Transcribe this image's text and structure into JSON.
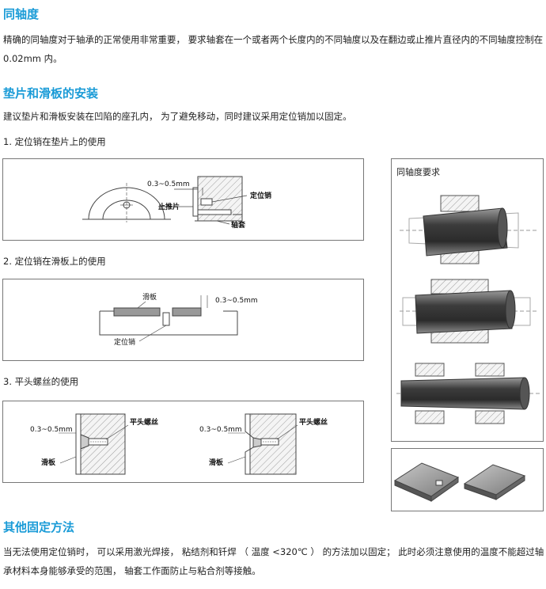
{
  "sections": {
    "coaxiality": {
      "title": "同轴度",
      "text": "精确的同轴度对于轴承的正常使用非常重要， 要求轴套在一个或者两个长度内的不同轴度以及在翻边或止推片直径内的不同轴度控制在 0.02mm 内。"
    },
    "installation": {
      "title": "垫片和滑板的安装",
      "text": "建议垫片和滑板安装在凹陷的座孔内， 为了避免移动，同时建议采用定位销加以固定。",
      "case1": "1. 定位销在垫片上的使用",
      "case2": "2. 定位销在滑板上的使用",
      "case3": "3. 平头螺丝的使用"
    },
    "other": {
      "title": "其他固定方法",
      "text": "当无法使用定位销时， 可以采用激光焊接， 粘结剂和钎焊 （ 温度 <320℃ ） 的方法加以固定； 此时必须注意使用的温度不能超过轴承材料本身能够承受的范围， 轴套工作面防止与粘合剂等接触。"
    }
  },
  "figures": {
    "fig1": {
      "gap": "0.3~0.5mm",
      "pin": "定位销",
      "washer": "止推片",
      "bushing": "轴套"
    },
    "fig2": {
      "plate": "滑板",
      "gap": "0.3~0.5mm",
      "pin": "定位销"
    },
    "fig3": {
      "gap_left": "0.3~0.5mm",
      "screw_left": "平头螺丝",
      "plate_left": "滑板",
      "gap_right": "0.3~0.5mm",
      "screw_right": "平头螺丝",
      "plate_right": "滑板"
    },
    "side": {
      "title": "同轴度要求"
    }
  }
}
